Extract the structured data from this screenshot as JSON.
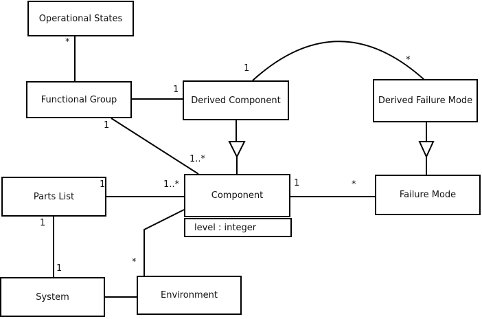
{
  "diagram": {
    "type": "uml-class-diagram"
  },
  "classes": {
    "operational_states": {
      "label": "Operational States"
    },
    "functional_group": {
      "label": "Functional Group"
    },
    "derived_component": {
      "label": "Derived Component"
    },
    "derived_failure_mode": {
      "label": "Derived Failure Mode"
    },
    "parts_list": {
      "label": "Parts List"
    },
    "component": {
      "label": "Component",
      "attribute": "level : integer"
    },
    "failure_mode": {
      "label": "Failure Mode"
    },
    "system": {
      "label": "System"
    },
    "environment": {
      "label": "Environment"
    }
  },
  "multiplicities": {
    "os_fg_star": "*",
    "fg_dc_one": "1",
    "fg_comp_one": "1",
    "fg_comp_many": "1..*",
    "dc_dfm_one": "1",
    "dc_dfm_star": "*",
    "pl_comp_one": "1",
    "pl_comp_many": "1..*",
    "comp_fm_one": "1",
    "comp_fm_star": "*",
    "pl_sys_top": "1",
    "pl_sys_bottom": "1",
    "env_comp_star": "*"
  },
  "relationships": [
    {
      "from": "Operational States",
      "to": "Functional Group",
      "type": "association",
      "from_mult": "*",
      "to_mult": ""
    },
    {
      "from": "Functional Group",
      "to": "Derived Component",
      "type": "association",
      "to_mult": "1"
    },
    {
      "from": "Functional Group",
      "to": "Component",
      "type": "association",
      "from_mult": "1",
      "to_mult": "1..*"
    },
    {
      "from": "Derived Component",
      "to": "Derived Failure Mode",
      "type": "association-arc",
      "from_mult": "1",
      "to_mult": "*"
    },
    {
      "from": "Derived Component",
      "to": "Component",
      "type": "generalization"
    },
    {
      "from": "Derived Failure Mode",
      "to": "Failure Mode",
      "type": "generalization"
    },
    {
      "from": "Parts List",
      "to": "Component",
      "type": "association",
      "from_mult": "1",
      "to_mult": "1..*"
    },
    {
      "from": "Component",
      "to": "Failure Mode",
      "type": "association",
      "from_mult": "1",
      "to_mult": "*"
    },
    {
      "from": "Parts List",
      "to": "System",
      "type": "association",
      "from_mult": "1",
      "to_mult": "1"
    },
    {
      "from": "System",
      "to": "Environment",
      "type": "association"
    },
    {
      "from": "Environment",
      "to": "Component",
      "type": "association",
      "from_mult": "*"
    }
  ],
  "colors": {
    "line": "#000000",
    "box_background": "#ffffff",
    "canvas_background": "#ffffff",
    "text": "#111111"
  }
}
